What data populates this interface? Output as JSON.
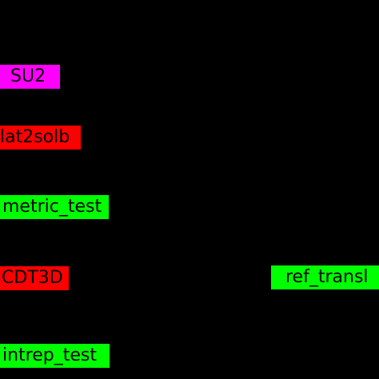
{
  "nodes": {
    "su2": {
      "label": "SU2",
      "color": "#ff00ff"
    },
    "lat2solb": {
      "label": "lat2solb",
      "color": "#ff0000"
    },
    "metric_test": {
      "label": "metric_test",
      "color": "#00ff00"
    },
    "cdt3d": {
      "label": "CDT3D",
      "color": "#ff0000"
    },
    "ref_transl": {
      "label": "ref_transl",
      "color": "#00ff00"
    },
    "intrep_test": {
      "label": "intrep_test",
      "color": "#00ff00"
    }
  },
  "background_color": "#000000"
}
